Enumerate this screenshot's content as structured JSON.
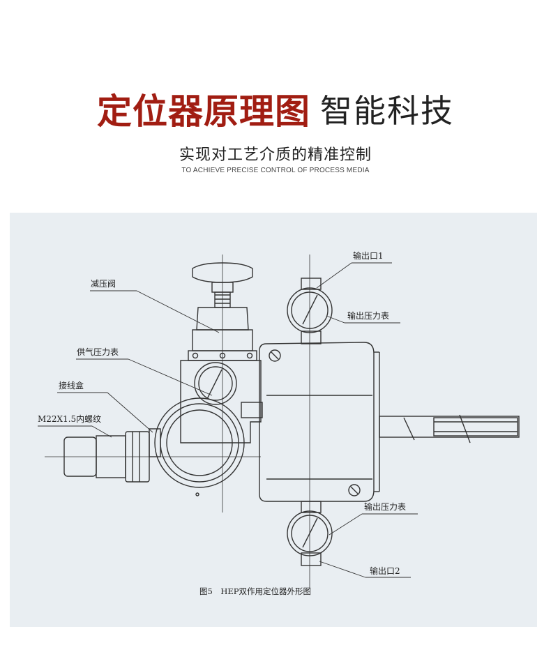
{
  "header": {
    "title_red": "定位器原理图",
    "title_black": "智能科技",
    "subtitle": "实现对工艺介质的精准控制",
    "subtitle_en": "TO ACHIEVE PRECISE CONTROL OF PROCESS MEDIA"
  },
  "diagram": {
    "labels": {
      "pressure_valve": "减压阀",
      "supply_gauge": "供气压力表",
      "junction_box": "接线盒",
      "thread": "M22X1.5内螺纹",
      "output1": "输出口1",
      "output_gauge_top": "输出压力表",
      "output_gauge_bottom": "输出压力表",
      "output2": "输出口2"
    },
    "caption": "图5　HEP双作用定位器外形图"
  },
  "colors": {
    "title_red": "#a11d12",
    "panel_bg": "#e9eef2",
    "line": "#333333"
  }
}
